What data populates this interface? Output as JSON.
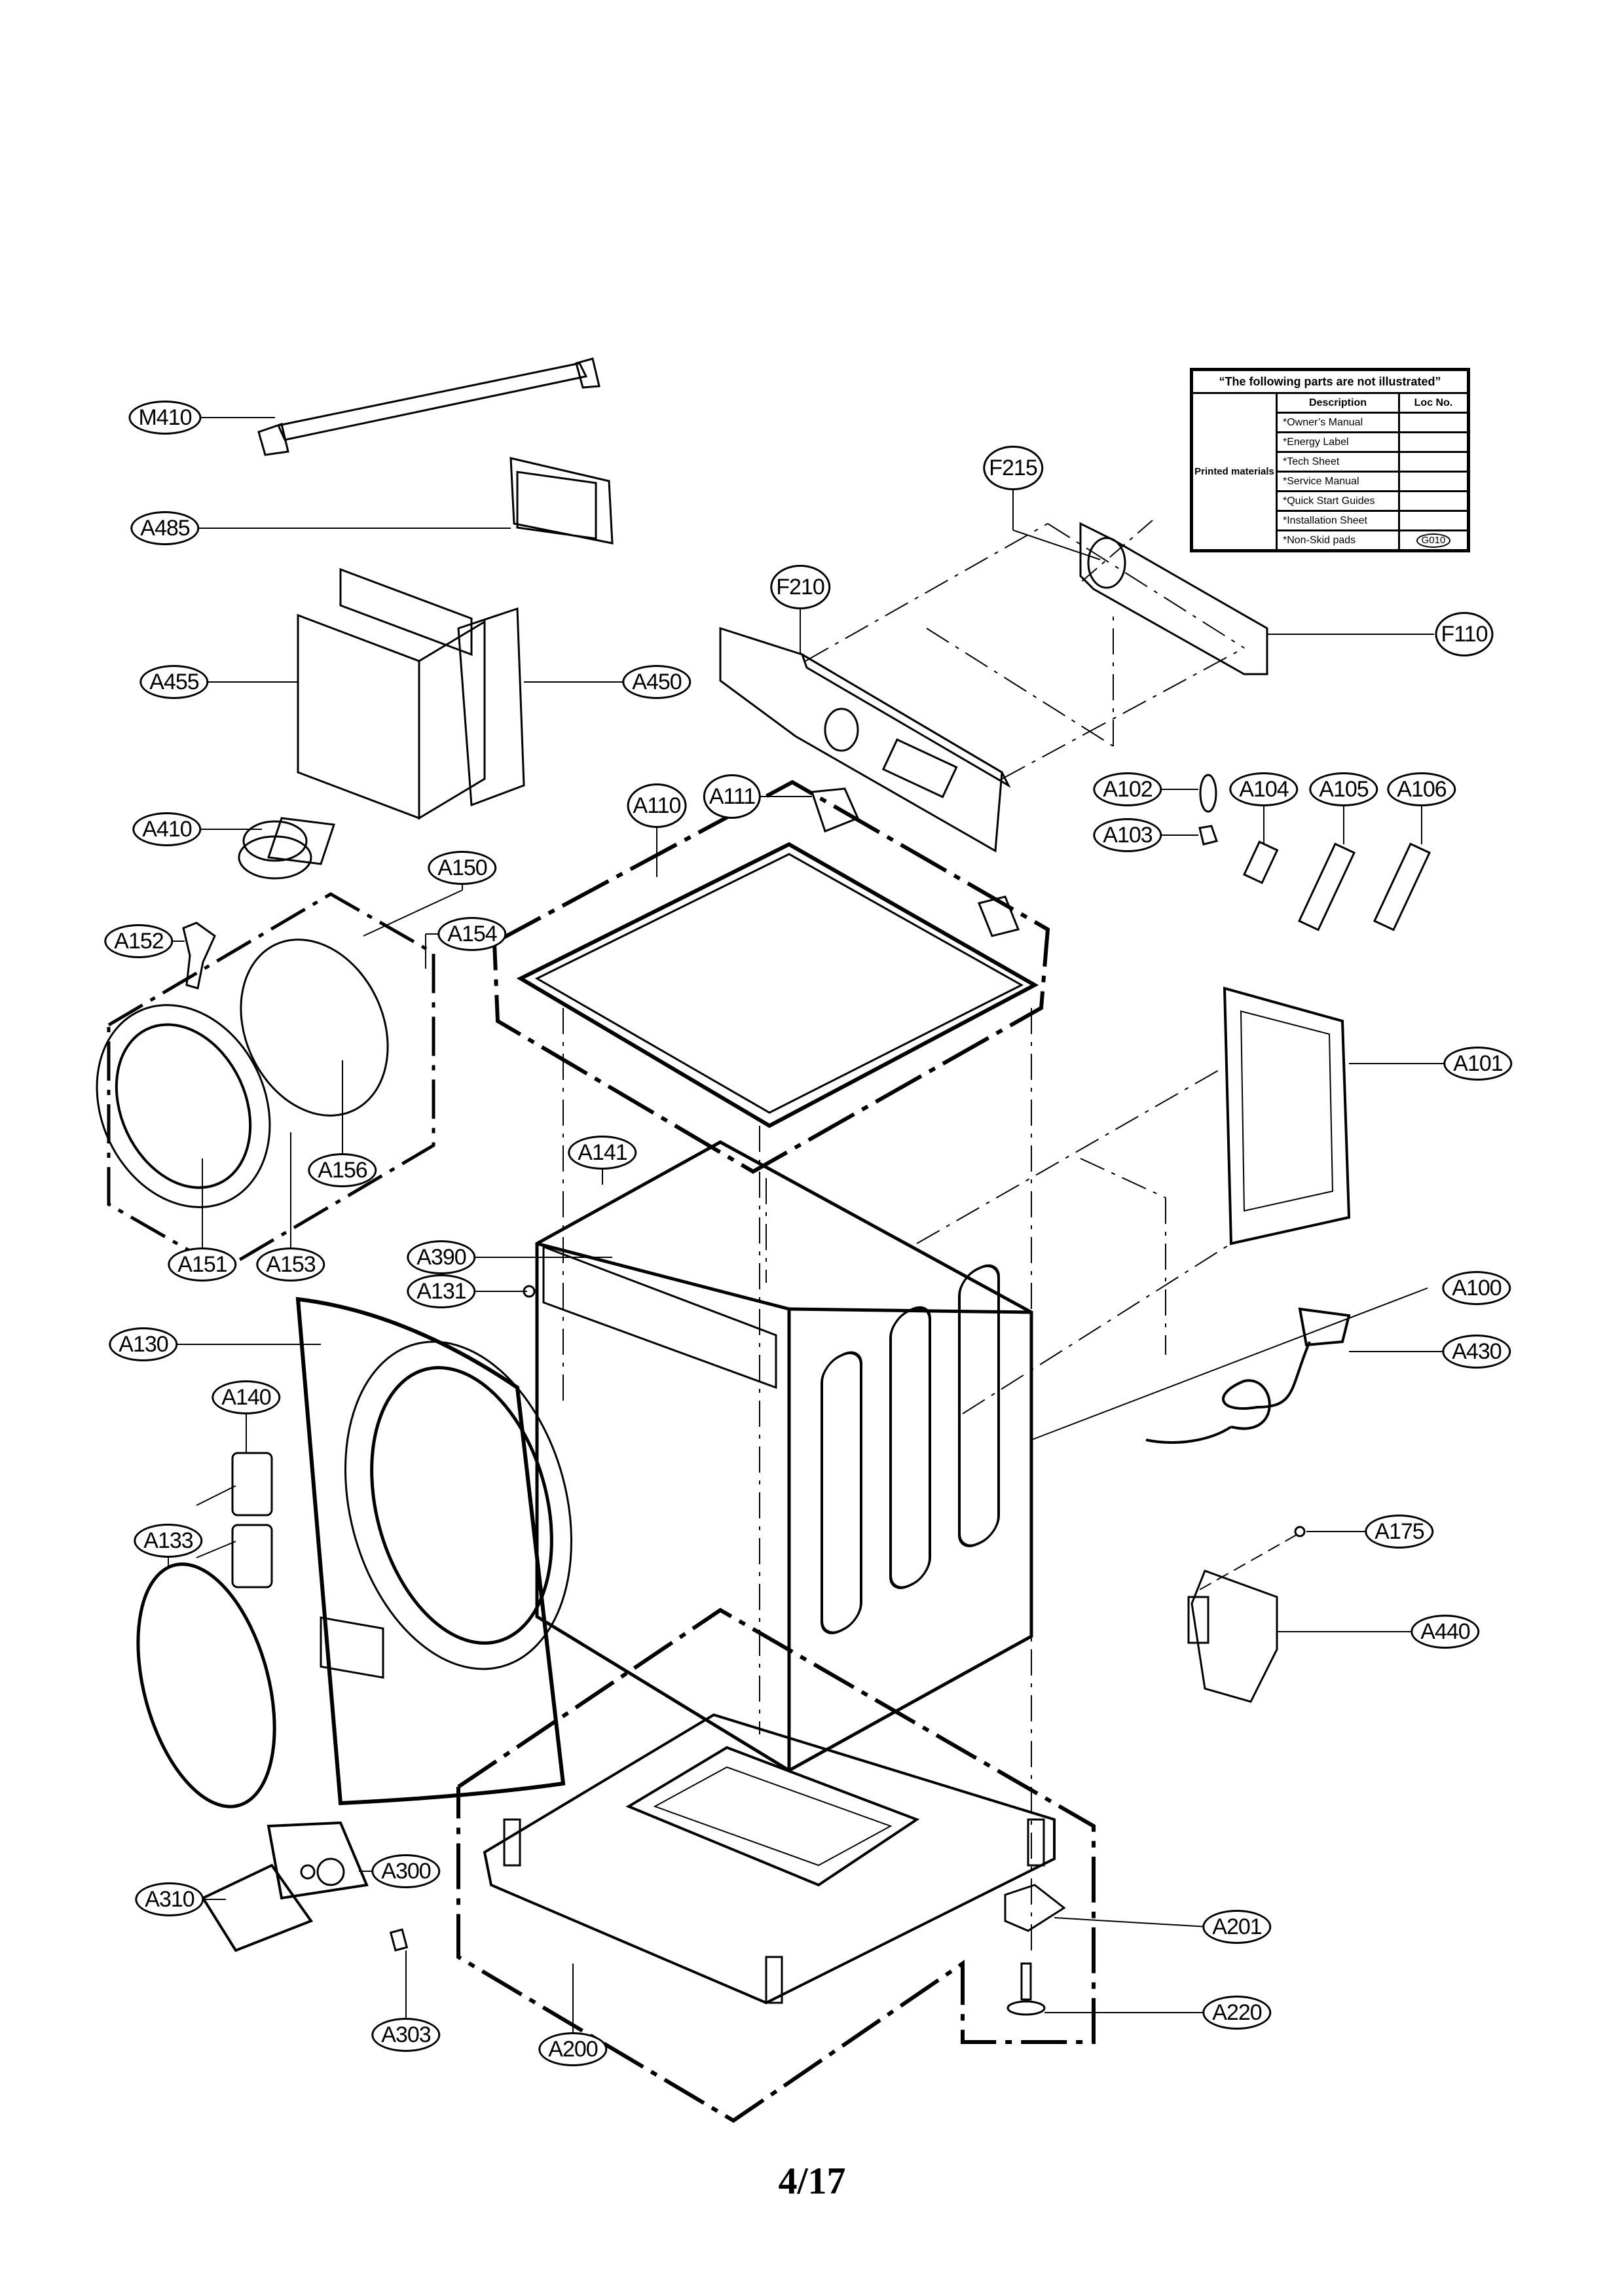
{
  "document": {
    "type": "exploded parts diagram",
    "page_number": "4/17"
  },
  "not_illustrated_table": {
    "title": "“The following parts are not illustrated”",
    "headers": {
      "description": "Description",
      "loc_no": "Loc No."
    },
    "group_label": "Printed materials",
    "rows": [
      {
        "description": "*Owner’s Manual",
        "loc_no": ""
      },
      {
        "description": "*Energy Label",
        "loc_no": ""
      },
      {
        "description": "*Tech Sheet",
        "loc_no": ""
      },
      {
        "description": "*Service Manual",
        "loc_no": ""
      },
      {
        "description": "*Quick Start Guides",
        "loc_no": ""
      },
      {
        "description": "*Installation Sheet",
        "loc_no": ""
      },
      {
        "description": "*Non-Skid pads",
        "loc_no": "G010"
      }
    ]
  },
  "callouts": {
    "M410": "M410",
    "A485": "A485",
    "A455": "A455",
    "A450": "A450",
    "A410": "A410",
    "A150": "A150",
    "A152": "A152",
    "A154": "A154",
    "A156": "A156",
    "A151": "A151",
    "A153": "A153",
    "A110": "A110",
    "A111": "A111",
    "F210": "F210",
    "F215": "F215",
    "F110": "F110",
    "A102": "A102",
    "A103": "A103",
    "A104": "A104",
    "A105": "A105",
    "A106": "A106",
    "A101": "A101",
    "A141": "A141",
    "A390": "A390",
    "A131": "A131",
    "A100": "A100",
    "A430": "A430",
    "A175": "A175",
    "A440": "A440",
    "A130": "A130",
    "A140": "A140",
    "A133": "A133",
    "A300": "A300",
    "A310": "A310",
    "A303": "A303",
    "A200": "A200",
    "A201": "A201",
    "A220": "A220"
  }
}
